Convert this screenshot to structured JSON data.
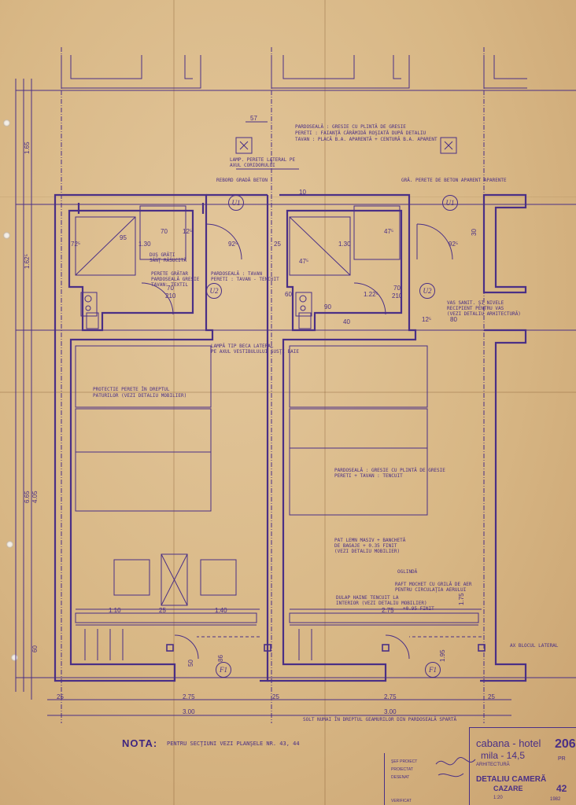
{
  "sheet": {
    "notes": {
      "flooring_bath": "PARDOSEALĂ : GRESIE CU PLINTĂ DE GRESIE",
      "walls_bath": "PERETI : FAIANŢĂ CĂRĂMIDĂ ROŞIATĂ DUPĂ DETALIU",
      "ceiling_bath": "TAVAN : PLACĂ B.A. APARENTĂ + CENTURĂ B.A. APARENT",
      "lamp_bath": "LAMP. PERETE LATERAL PE",
      "lamp_bath_2": "AXUL CORIDORULUI",
      "concrete_rim": "REBORD GRADĂ BETON",
      "beam_note": "GRĂ. PERETE DE BETON APARENT APARENTE",
      "shower_note": "DUŞ GRĂŢI",
      "shower_note_2": "SĂNŢ RĂSUCITĂ",
      "floor_tray": "PERETE GRĂTAR",
      "floor_tray_2": "PARDOSEALĂ GRESIE",
      "floor_tray_3": "TAVAN: TEXTIL",
      "room_floor": "PARDOSEALĂ : TAVAN",
      "room_floor_2": "PERETI : TAVAN - TENCUIT",
      "lamp_room": "LAMPĂ TIP BECA LATERAL",
      "lamp_room_2": "PE AXUL VESTIBULULUI SUSŢI BAIE",
      "furniture_note": "PROTECTIE PERETE ÎN DREPTUL",
      "furniture_note_2": "PATURILOR (VEZI DETALIU MOBILIER)",
      "room_finish": "PARDOSEALĂ : GRESIE CU PLINTĂ DE GRESIE",
      "room_finish_2": "PERETI + TAVAN : TENCUIT",
      "bench_note": "PAT LEMN MASIV + BANCHETĂ",
      "bench_note_2": "DE BAGAJE + 0.35 FINIT",
      "bench_note_3": "(VEZI DETALIU MOBILIER)",
      "radiator": "OGLINDĂ",
      "shelf_note": "RAFT MOCHET CU GRILĂ DE AER",
      "shelf_note_2": "PENTRU CIRCULAŢIA AERULUI",
      "wardrobe_note": "DULAP HAINE TENCUIT LA",
      "wardrobe_note_2": "INTERIOR (VEZI DETALIU MOBILIER)",
      "level_note": "+0.95 FINIT",
      "wall_block": "AX BLOCUL LATERAL",
      "sill_note": "SOLT NUMAI ÎN DREPTUL GEAMURILOR DIN PARDOSEALĂ SPARTĂ",
      "bath_fixtures": "VAS SANIT. ŞI NIVELE",
      "bath_fixtures_2": "RECIPIENT PENTRU VAS",
      "bath_fixtures_3": "(VEZI DETALIU ARHITECTURĂ)"
    },
    "dims": {
      "d57": "57",
      "d10": "10",
      "d95": "95",
      "d70": "70",
      "d130": "1.30",
      "d125": "12⁵",
      "d725": "72⁵",
      "d925": "92⁵",
      "d475": "47⁵",
      "d210": "210",
      "d60": "60",
      "d25": "25",
      "d140": "1.40",
      "d110": "1.10",
      "d275": "2.75",
      "d300": "3.00",
      "d90": "90",
      "d40": "40",
      "d1225": "1.22⁵",
      "d165": "1.65",
      "d1625": "1.62⁵",
      "d665": "6.65",
      "d405": "4.05",
      "d86": "86",
      "d50": "50",
      "d195": "1.95",
      "d30": "30",
      "d175": "1.75",
      "d80": "80"
    },
    "markers": {
      "u1": "U1",
      "u2": "U2",
      "f1": "F1"
    },
    "nota": {
      "label": "NOTA:",
      "text": "PENTRU SECŢIUNI VEZI PLANŞELE NR. 43, 44"
    },
    "titleblock": {
      "project": "cabana - hotel",
      "project_2": "mila - 14,5",
      "sheet_code": "206/",
      "phase": "PR",
      "drawing_title": "DETALIU CAMERĂ",
      "drawing_title_2": "CAZARE",
      "sheet_no": "42",
      "scale": "1:20",
      "role_1": "ŞEF PROIECT",
      "role_2": "PROIECTAT",
      "role_3": "DESENAT",
      "role_4": "VERIFICAT",
      "architecture": "ARHITECTURĂ",
      "date": "1982"
    }
  }
}
